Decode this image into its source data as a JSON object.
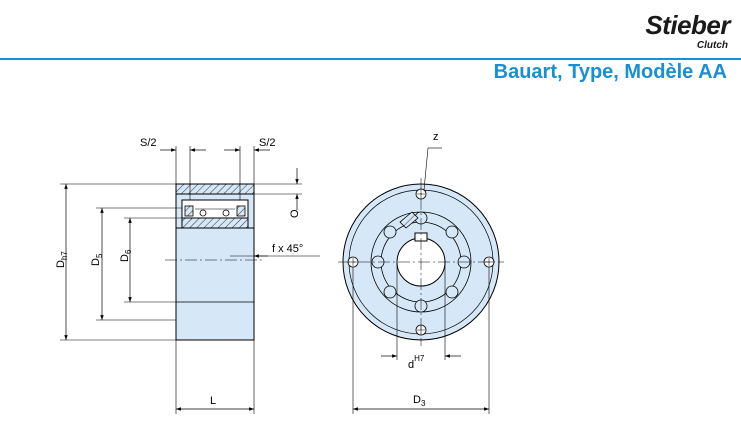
{
  "header": {
    "brand": "Stieber",
    "brand_sub": "Clutch",
    "title": "Bauart, Type, Modèle AA"
  },
  "drawing": {
    "side_view": {
      "s_half_left": "S/2",
      "s_half_right": "S/2",
      "o_label": "O",
      "dh7_main": "D",
      "dh7_sub": "h7",
      "d5_main": "D",
      "d5_sub": "5",
      "d6_main": "D",
      "d6_sub": "6",
      "chamfer_label": "f x 45°",
      "length_label": "L"
    },
    "front_view": {
      "z_label": "z",
      "bore_main": "d",
      "bore_sup": "H7",
      "d3_main": "D",
      "d3_sub": "3"
    }
  },
  "colors": {
    "accent": "#1a8fd1",
    "part_fill": "#d6e8f7"
  }
}
